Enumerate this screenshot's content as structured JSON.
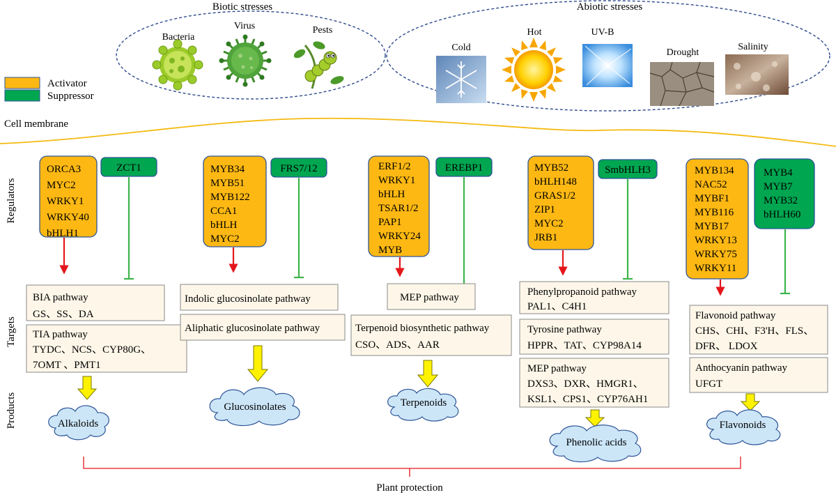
{
  "legend": {
    "activator": "Activator",
    "suppressor": "Suppressor",
    "activator_color": "#FDB813",
    "suppressor_color": "#00A650"
  },
  "biotic": {
    "title": "Biotic stresses",
    "items": [
      "Bacteria",
      "Virus",
      "Pests"
    ]
  },
  "abiotic": {
    "title": "Abiotic stresses",
    "items": [
      "Cold",
      "Hot",
      "UV-B",
      "Drought",
      "Salinity"
    ]
  },
  "cell_membrane": "Cell membrane",
  "row_labels": {
    "regulators": "Regulators",
    "targets": "Targets",
    "products": "Products"
  },
  "columns": [
    {
      "activators": [
        "ORCA3",
        "MYC2",
        "WRKY1",
        "WRKY40",
        "bHLH1"
      ],
      "suppressors": [
        "ZCT1"
      ],
      "targets": [
        [
          "BIA pathway",
          "GS、SS、DA"
        ],
        [
          "TIA pathway",
          "TYDC、NCS、CYP80G、",
          "7OMT 、PMT1"
        ]
      ],
      "product": "Alkaloids"
    },
    {
      "activators": [
        "MYB34",
        "MYB51",
        "MYB122",
        "CCA1",
        "bHLH",
        "MYC2"
      ],
      "suppressors": [
        "FRS7/12"
      ],
      "targets": [
        [
          "Indolic glucosinolate pathway"
        ],
        [
          "Aliphatic glucosinolate pathway"
        ]
      ],
      "product": "Glucosinolates"
    },
    {
      "activators": [
        "ERF1/2",
        "WRKY1",
        "bHLH",
        "TSAR1/2",
        "PAP1",
        "WRKY24",
        "MYB"
      ],
      "suppressors": [
        "EREBP1"
      ],
      "targets": [
        [
          "MEP pathway"
        ],
        [
          "Terpenoid biosynthetic pathway",
          "CSO、ADS、AAR"
        ]
      ],
      "product": "Terpenoids"
    },
    {
      "activators": [
        "MYB52",
        "bHLH148",
        "GRAS1/2",
        "ZIP1",
        "MYC2",
        "JRB1"
      ],
      "suppressors": [
        "SmbHLH3"
      ],
      "targets": [
        [
          "Phenylpropanoid pathway",
          "PAL1、C4H1"
        ],
        [
          "Tyrosine pathway",
          "HPPR、TAT、CYP98A14"
        ],
        [
          "MEP pathway",
          "DXS3、DXR、HMGR1、",
          "KSL1、CPS1、CYP76AH1"
        ]
      ],
      "product": "Phenolic acids"
    },
    {
      "activators": [
        "MYB134",
        "NAC52",
        "MYBF1",
        "MYB116",
        "MYB17",
        "WRKY13",
        "WRKY75",
        "WRKY11"
      ],
      "suppressors": [
        "MYB4",
        "MYB7",
        "MYB32",
        "bHLH60"
      ],
      "targets": [
        [
          "Flavonoid pathway",
          "CHS、CHI、F3'H、FLS、",
          "DFR、 LDOX"
        ],
        [
          "Anthocyanin pathway",
          "UFGT"
        ]
      ],
      "product": "Flavonoids"
    }
  ],
  "plant_protection": "Plant protection"
}
